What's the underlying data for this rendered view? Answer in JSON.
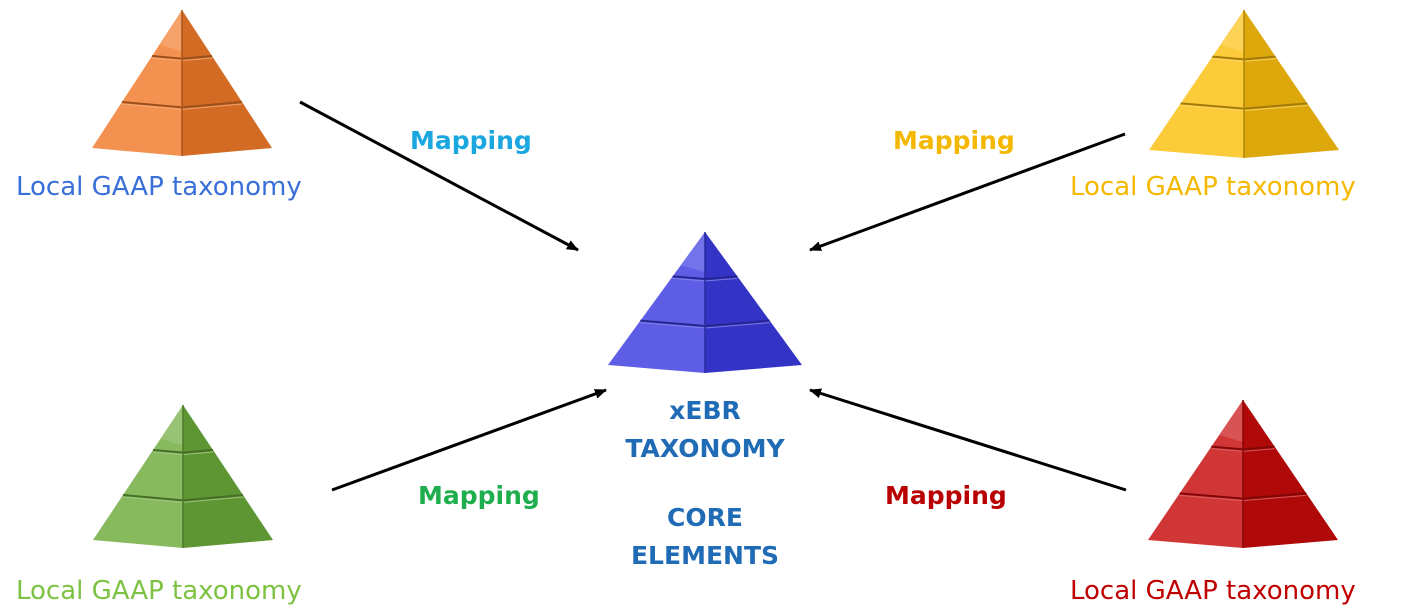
{
  "nodes": {
    "top_left": {
      "label": "Local GAAP taxonomy",
      "color": "#3a6fd8",
      "pyramid_color": "#f07a2a",
      "pyramid_icon": "pyramid-orange"
    },
    "top_right": {
      "label": "Local GAAP taxonomy",
      "color": "#f5b800",
      "pyramid_color": "#fbbf0e",
      "pyramid_icon": "pyramid-yellow"
    },
    "bottom_left": {
      "label": "Local GAAP taxonomy",
      "color": "#7dc242",
      "pyramid_color": "#6bab3a",
      "pyramid_icon": "pyramid-green"
    },
    "bottom_right": {
      "label": "Local GAAP taxonomy",
      "color": "#c00000",
      "pyramid_color": "#c70a0a",
      "pyramid_icon": "pyramid-red"
    }
  },
  "mappings": {
    "top_left": {
      "label": "Mapping",
      "color": "#1aa7e0"
    },
    "top_right": {
      "label": "Mapping",
      "color": "#f5b800"
    },
    "bottom_left": {
      "label": "Mapping",
      "color": "#1fae4d"
    },
    "bottom_right": {
      "label": "Mapping",
      "color": "#b80000"
    }
  },
  "center": {
    "line1": "xEBR",
    "line2": "TAXONOMY",
    "line3": "CORE",
    "line4": "ELEMENTS",
    "color": "#1f6bb5",
    "pyramid_color": "#3a3ae0",
    "pyramid_icon": "pyramid-blue"
  }
}
